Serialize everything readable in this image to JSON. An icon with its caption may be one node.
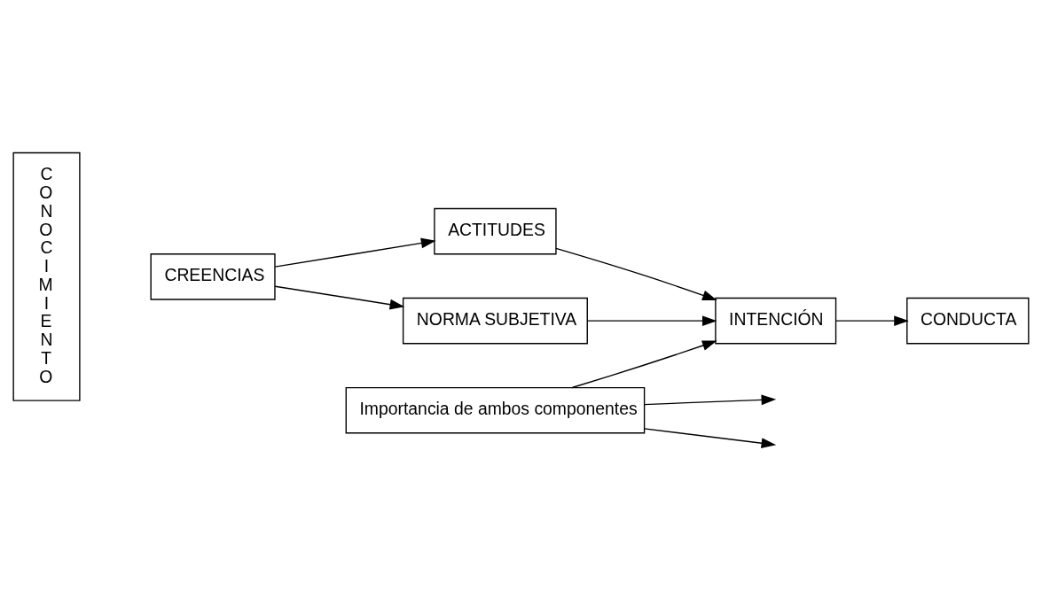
{
  "diagram": {
    "nodes": [
      {
        "text": [
          "C O N O C I M I E N T O"
        ]
      },
      {
        "text": [
          "CREENCIAS"
        ]
      },
      {
        "text": [
          "ACTITUDES"
        ]
      },
      {
        "text": [
          "Importancia de ambos componentes"
        ]
      },
      {
        "text": [
          "NORMA SUBJETIVA"
        ]
      },
      {
        "text": [
          "INTENCIÓN"
        ]
      },
      {
        "text": [
          "CONDUCTA"
        ]
      }
    ],
    "edges": [
      {
        "from": 1,
        "to": 2,
        "arrow": "to"
      },
      {
        "from": 1,
        "to": 4,
        "arrow": "to"
      },
      {
        "from": 2,
        "to": 5,
        "arrow": "to"
      },
      {
        "from": 3,
        "to": null,
        "arrow": "to"
      },
      {
        "from": 3,
        "to": 5,
        "arrow": "to"
      },
      {
        "from": 3,
        "to": null,
        "arrow": "to"
      },
      {
        "from": 4,
        "to": 5,
        "arrow": "to"
      },
      {
        "from": 5,
        "to": 6,
        "arrow": "to"
      }
    ]
  }
}
